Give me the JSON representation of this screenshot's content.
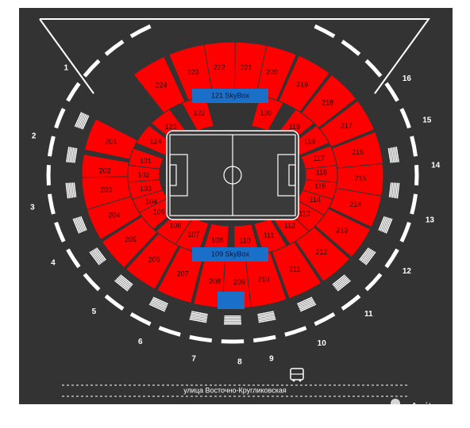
{
  "map": {
    "skyboxes": [
      {
        "id": "north",
        "label": "121 SkyBox"
      },
      {
        "id": "south",
        "label": "109 SkyBox"
      }
    ],
    "sections": {
      "upper": [
        "201",
        "202",
        "203",
        "204",
        "205",
        "206",
        "207",
        "208",
        "209",
        "210",
        "211",
        "212",
        "213",
        "214",
        "215",
        "216",
        "217",
        "218",
        "219",
        "220",
        "221",
        "222",
        "223",
        "224"
      ],
      "lower": [
        "101",
        "102",
        "103",
        "104",
        "105",
        "106",
        "107",
        "108",
        "110",
        "111",
        "112",
        "113",
        "114",
        "115",
        "116",
        "117",
        "118",
        "119",
        "120",
        "122",
        "123",
        "124"
      ]
    },
    "gates": [
      "1",
      "2",
      "3",
      "4",
      "5",
      "6",
      "7",
      "8",
      "9",
      "10",
      "11",
      "12",
      "13",
      "14",
      "15",
      "16"
    ],
    "street": "улица Восточно-Кругликовская",
    "bus_icon": "bus-icon",
    "watermark": "Avito"
  },
  "colors": {
    "background": "#333333",
    "sector": "#ff0000",
    "skybox": "#1a6fc8",
    "lines": "#ffffff",
    "field": "#3a3a3a"
  }
}
